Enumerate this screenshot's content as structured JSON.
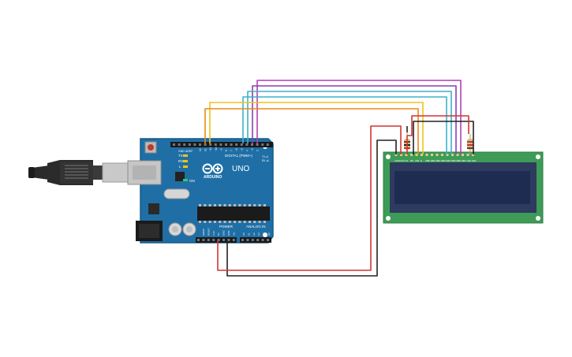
{
  "board": {
    "logo_text": "ARDUINO",
    "model": "UNO",
    "digital_label": "DIGITAL (PWM~)",
    "power_label": "POWER",
    "analog_label": "ANALOG IN",
    "aref_label": "AREF",
    "gnd_label": "GND",
    "tx_label": "TX",
    "rx_label": "RX",
    "l_label": "L",
    "on_label": "ON",
    "tx_arrow": "TX ▸1",
    "rx_arrow": "RX ◂0",
    "digital_pins": [
      "13",
      "12",
      "~11",
      "~10",
      "~9",
      "8",
      "7",
      "~6",
      "~5",
      "4",
      "~3",
      "2"
    ],
    "power_pins": [
      "IOREF",
      "RESET",
      "3.3V",
      "5V",
      "GND",
      "GND",
      "Vin"
    ],
    "analog_pins": [
      "A0",
      "A1",
      "A2",
      "A3",
      "A4",
      "A5"
    ]
  },
  "lcd": {
    "pin_labels": [
      "GND",
      "VCC",
      "V0",
      "RS",
      "RW",
      "E",
      "DB0",
      "DB1",
      "DB2",
      "DB3",
      "DB4",
      "DB5",
      "DB6",
      "DB7",
      "LED",
      "LED"
    ]
  },
  "colors": {
    "board": "#1f6fa6",
    "lcd_pcb": "#3e9b57",
    "lcd_screen": "#1e2c52",
    "wire_red": "#d43434",
    "wire_black": "#222222",
    "wire_orange": "#e88a1a",
    "wire_yellow": "#f2c21b",
    "wire_cyan": "#3db2c9",
    "wire_magenta": "#b43fb0",
    "wire_purple": "#8b3fb3"
  }
}
